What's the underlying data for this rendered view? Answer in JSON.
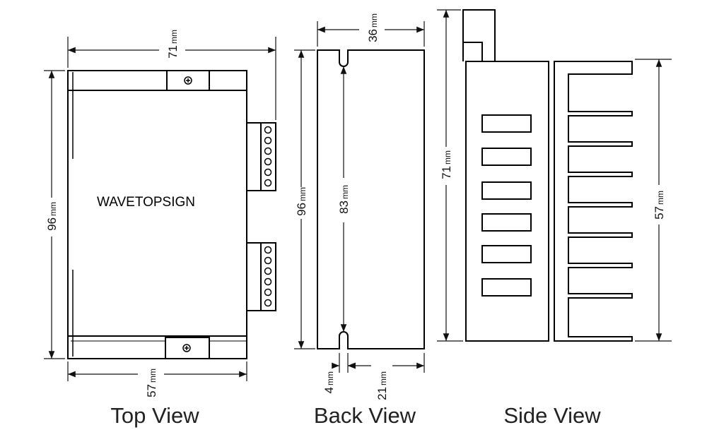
{
  "brand_label": "WAVETOPSIGN",
  "views": {
    "top": {
      "caption": "Top View",
      "width": {
        "value": "71",
        "unit": "mm"
      },
      "height": {
        "value": "96",
        "unit": "mm"
      },
      "bottom": {
        "value": "57",
        "unit": "mm"
      }
    },
    "back": {
      "caption": "Back View",
      "width": {
        "value": "36",
        "unit": "mm"
      },
      "height": {
        "value": "96",
        "unit": "mm"
      },
      "inner": {
        "value": "83",
        "unit": "mm"
      },
      "slot": {
        "value": "4",
        "unit": "mm"
      },
      "offset": {
        "value": "21",
        "unit": "mm"
      }
    },
    "side": {
      "caption": "Side View",
      "height": {
        "value": "71",
        "unit": "mm"
      },
      "fins": {
        "value": "57",
        "unit": "mm"
      }
    }
  }
}
